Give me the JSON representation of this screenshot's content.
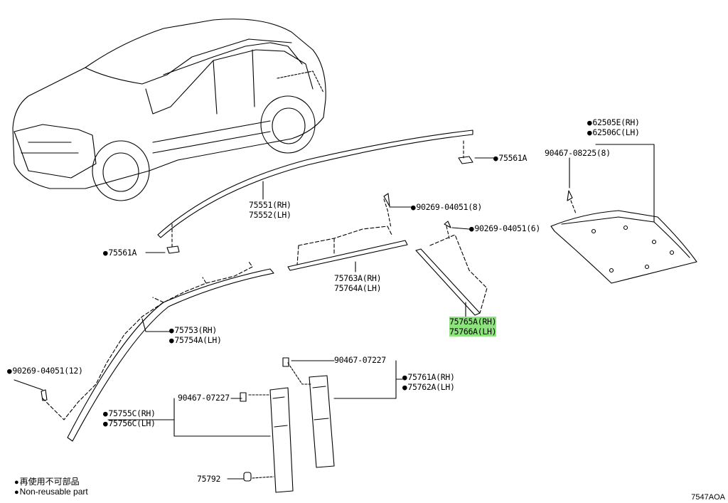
{
  "parts": {
    "p75561A_right": "75561A",
    "p75561A_left": "75561A",
    "p75551": "75551(RH)",
    "p75552": "75552(LH)",
    "p62505E": "62505E(RH)",
    "p62506C": "62506C(LH)",
    "p90467_08225": "90467-08225(8)",
    "p90269_04051_8": "90269-04051(8)",
    "p90269_04051_6": "90269-04051(6)",
    "p90269_04051_12": "90269-04051(12)",
    "p75763A": "75763A(RH)",
    "p75764A": "75764A(LH)",
    "p75765A": "75765A(RH)",
    "p75766A": "75766A(LH)",
    "p75753": "75753(RH)",
    "p75754A": "75754A(LH)",
    "p90467_07227_a": "90467-07227",
    "p90467_07227_b": "90467-07227",
    "p75761A": "75761A(RH)",
    "p75762A": "75762A(LH)",
    "p75755C": "75755C(RH)",
    "p75756C": "75756C(LH)",
    "p75792": "75792"
  },
  "legend": {
    "line1": "再使用不可部品",
    "line2": "Non-reusable part"
  },
  "ref_code": "7547AOA",
  "colors": {
    "highlight": "#8de37c",
    "ink": "#000000"
  }
}
